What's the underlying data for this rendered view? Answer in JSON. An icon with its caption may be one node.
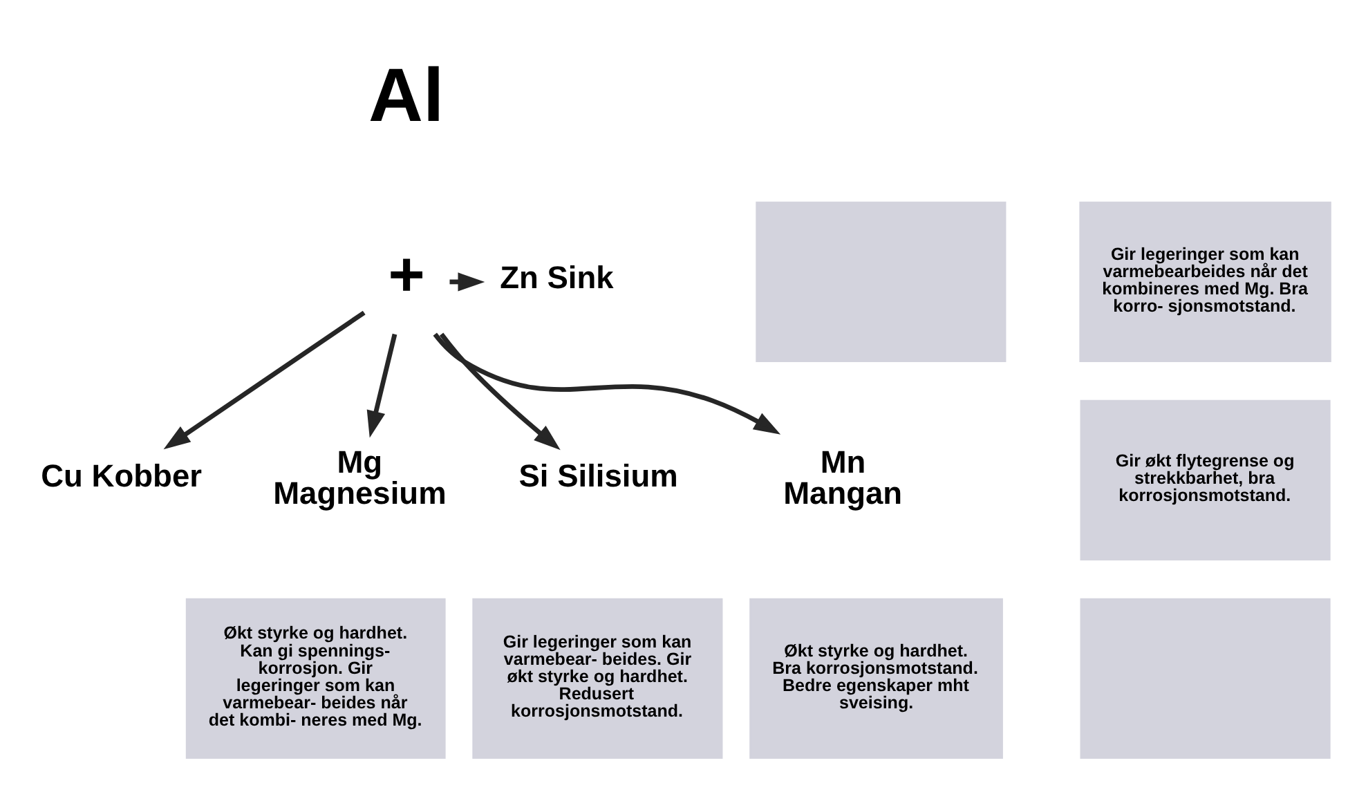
{
  "diagram": {
    "nodes": [
      {
        "text": [
          "Al"
        ]
      },
      {
        "text": [
          "+"
        ]
      },
      {
        "text": [],
        "shape": "box"
      },
      {
        "text": [
          "Zn Sink"
        ]
      },
      {
        "text": [
          "Gir legeringer som kan varmebearbeides når det kombineres med Mg. Bra korro- sjonsmotstand."
        ]
      },
      {
        "text": [
          "Cu Kobber"
        ]
      },
      {
        "text": [
          "Gir økt flytegrense og strekkbarhet, bra korrosjonsmotstand."
        ]
      },
      {
        "text": [
          "Mg Magnesium"
        ]
      },
      {
        "text": [
          "Si Silisium"
        ]
      },
      {
        "text": [
          "Mn Mangan"
        ]
      },
      {
        "text": [
          "Økt styrke og hardhet. Kan gi spennings- korrosjon. Gir legeringer som kan varmebear- beides når det kombi- neres med Mg."
        ]
      },
      {
        "text": [
          "Gir legeringer som kan varmebear- beides. Gir økt styrke og hardhet. Redusert korrosjonsmotstand."
        ]
      },
      {
        "text": [
          "Økt styrke og hardhet. Bra korrosjonsmotstand. Bedre egenskaper mht sveising."
        ]
      },
      {
        "text": [],
        "shape": "box"
      }
    ],
    "edges": [
      {
        "from": 1,
        "to": 3,
        "arrow": "to"
      },
      {
        "from": 1,
        "to": 5,
        "arrow": "to"
      },
      {
        "from": 1,
        "to": 7,
        "arrow": "to"
      },
      {
        "from": 1,
        "to": 8,
        "arrow": "to"
      },
      {
        "from": 1,
        "to": 9,
        "arrow": "to"
      }
    ]
  }
}
